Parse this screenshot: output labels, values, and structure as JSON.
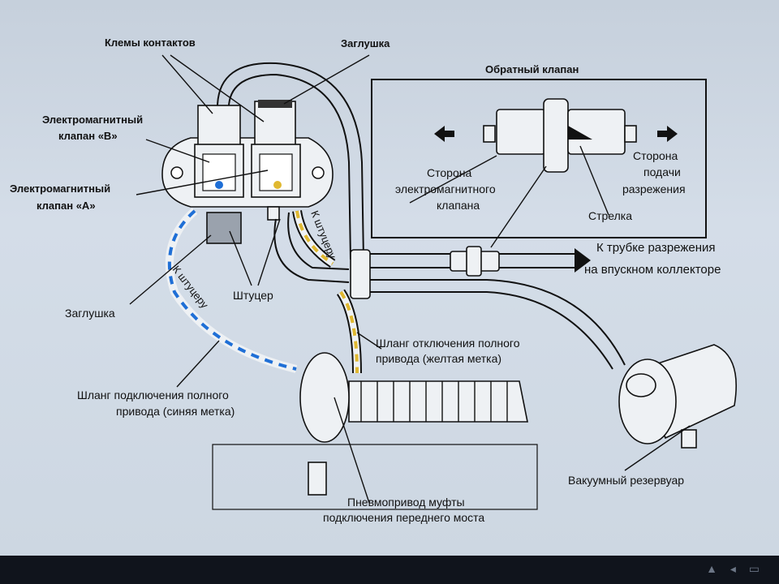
{
  "labels": {
    "terminals": "Клемы контактов",
    "plug_top": "Заглушка",
    "check_valve_title": "Обратный клапан",
    "solenoid_b_1": "Электромагнитный",
    "solenoid_b_2": "клапан «B»",
    "solenoid_a_1": "Электромагнитный",
    "solenoid_a_2": "клапан «A»",
    "side_solenoid_1": "Сторона",
    "side_solenoid_2": "электромагнитного",
    "side_solenoid_3": "клапана",
    "side_vacuum_1": "Сторона",
    "side_vacuum_2": "подачи",
    "side_vacuum_3": "разрежения",
    "arrow": "Стрелка",
    "to_manifold_1": "К трубке разрежения",
    "to_manifold_2": "на впускном коллекторе",
    "to_fitting_blue": "К штуцеру",
    "to_fitting_yellow": "К штуцеру",
    "fitting": "Штуцер",
    "plug_left": "Заглушка",
    "hose_off_1": "Шланг отключения полного",
    "hose_off_2": "привода (желтая метка)",
    "hose_on_1": "Шланг подключения полного",
    "hose_on_2": "привода (синяя метка)",
    "actuator_1": "Пневмопривод муфты",
    "actuator_2": "подключения переднего моста",
    "vacuum_tank": "Вакуумный резервуар"
  },
  "colors": {
    "blue_mark": "#1f6fd6",
    "yellow_mark": "#e0b830",
    "ink": "#111111"
  },
  "icons": [
    "arrow-left-icon",
    "arrow-right-icon"
  ]
}
